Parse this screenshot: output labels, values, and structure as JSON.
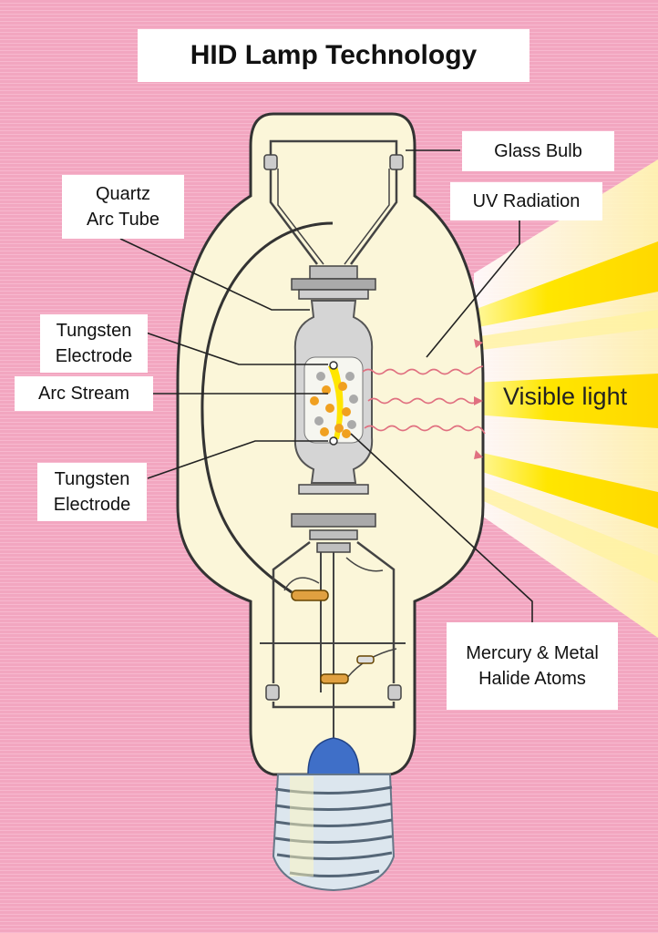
{
  "title": "HID Lamp Technology",
  "labels": {
    "glass_bulb": "Glass Bulb",
    "uv_radiation": "UV Radiation",
    "quartz_line1": "Quartz",
    "quartz_line2": "Arc Tube",
    "tungsten_top_line1": "Tungsten",
    "tungsten_top_line2": "Electrode",
    "arc_stream": "Arc Stream",
    "tungsten_bottom_line1": "Tungsten",
    "tungsten_bottom_line2": "Electrode",
    "atoms_line1": "Mercury & Metal",
    "atoms_line2": "Halide Atoms",
    "visible_light": "Visible light"
  },
  "colors": {
    "background": "#f2a6c0",
    "bulb_glass": "#fbf6d9",
    "outline": "#333333",
    "light_yellow": "#ffe600",
    "mercury_atom": "#f0a020",
    "halide_atom": "#aaaaaa",
    "uv_wave": "#e07080",
    "connector_blue": "#3f6fc8"
  }
}
